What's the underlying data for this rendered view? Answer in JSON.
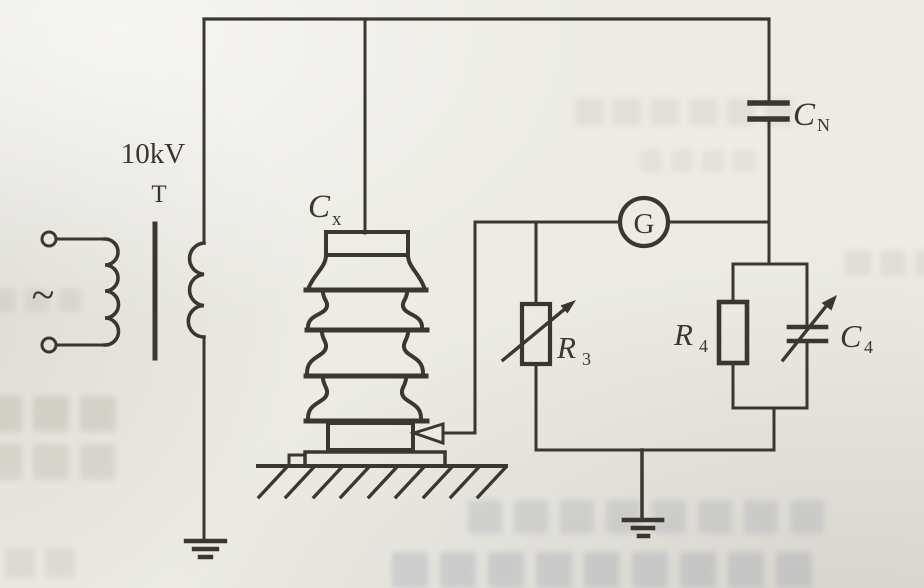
{
  "colors": {
    "paper": "#ecebe5",
    "ink": "#3b372e"
  },
  "labels": {
    "transformer_rating": "10kV",
    "transformer": "T",
    "ac_source": "~",
    "test_capacitor": {
      "base": "C",
      "sub": "x"
    },
    "standard_capacitor": {
      "base": "C",
      "sub": "N"
    },
    "galvanometer": "G",
    "resistor_r3": {
      "base": "R",
      "sub": "3"
    },
    "resistor_r4": {
      "base": "R",
      "sub": "4"
    },
    "capacitor_c4": {
      "base": "C",
      "sub": "4"
    }
  }
}
